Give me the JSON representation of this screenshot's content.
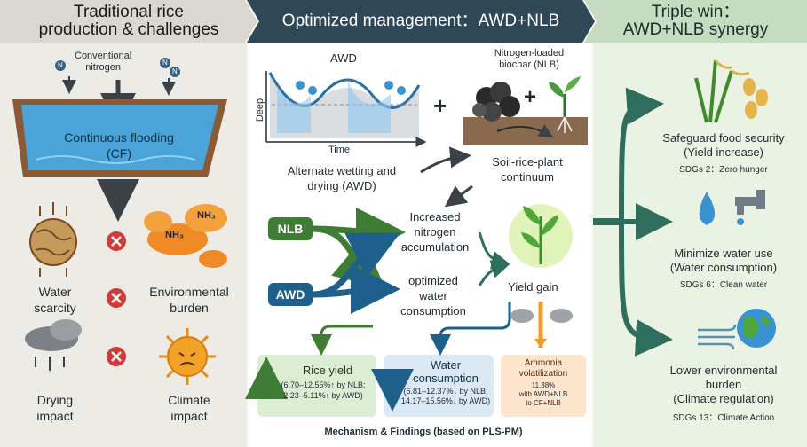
{
  "headers": {
    "traditional": [
      "Traditional rice",
      "production & challenges"
    ],
    "optimized": "Optimized management：AWD+NLB",
    "triple_win": [
      "Triple win：",
      "AWD+NLB synergy"
    ]
  },
  "traditional": {
    "conventional_nitrogen": [
      "Conventional",
      "nitrogen"
    ],
    "n_symbol": "N",
    "flooding": [
      "Continuous flooding",
      "(CF)"
    ],
    "nh3": "NH₃",
    "nh3_sub": "NH₃",
    "challenges": [
      {
        "label": [
          "Water",
          "scarcity"
        ]
      },
      {
        "label": [
          "Environmental",
          "burden"
        ]
      },
      {
        "label": [
          "Drying",
          "impact"
        ]
      },
      {
        "label": [
          "Climate",
          "impact"
        ]
      }
    ]
  },
  "optimized": {
    "awd_title": "AWD",
    "axis_y": "Deep",
    "axis_x": "Time",
    "awd_caption": [
      "Alternate wetting and",
      "drying (AWD)"
    ],
    "plus": "+",
    "nlb_title": [
      "Nitrogen-loaded",
      "biochar (NLB)"
    ],
    "continuum": [
      "Soil-rice-plant",
      "continuum"
    ],
    "nlb_badge": "NLB",
    "awd_badge": "AWD",
    "increased_n": [
      "Increased",
      "nitrogen",
      "accumulation"
    ],
    "optimized_water": [
      "optimized",
      "water",
      "consumption"
    ],
    "yield_gain": "Yield gain",
    "findings": {
      "rice_yield": {
        "title": "Rice yield",
        "detail": [
          "(6.70–12.55%↑ by NLB;",
          "2.23–5.11%↑ by AWD)"
        ]
      },
      "water": {
        "title": [
          "Water",
          "consumption"
        ],
        "detail": [
          "(6.81–12.37%↓ by NLB;",
          "14.17–15.56%↓ by AWD)"
        ]
      },
      "ammonia": {
        "title": [
          "Ammonia",
          "volatilization"
        ],
        "detail": [
          "11.38%",
          "with AWD+NLB",
          "to CF+NLB"
        ]
      }
    },
    "footer": "Mechanism & Findings (based on PLS-PM)"
  },
  "triple_win": [
    {
      "title": [
        "Safeguard food security",
        "(Yield increase)"
      ],
      "sdg": "SDGs 2：Zero hunger"
    },
    {
      "title": [
        "Minimize water use",
        "(Water consumption)"
      ],
      "sdg": "SDGs 6：Clean water"
    },
    {
      "title": [
        "Lower environmental",
        "burden",
        "(Climate regulation)"
      ],
      "sdg": "SDGs 13：Climate Action"
    }
  ],
  "colors": {
    "green_arrow": "#3f7d34",
    "blue_badge": "#1f5f8b",
    "teal_branch": "#2f6e5c",
    "water_blue": "#4fa3db",
    "red_x": "#d23a3a",
    "orange": "#f19a2b"
  }
}
